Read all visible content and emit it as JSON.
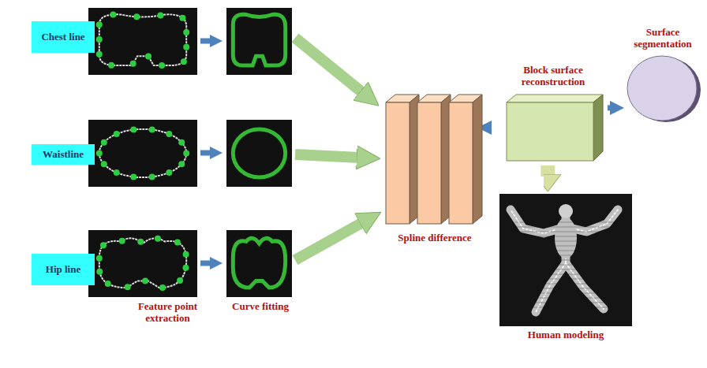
{
  "diagram": {
    "nodes": [
      {
        "text": [
          "Chest line"
        ]
      },
      {
        "text": [
          "Waistline"
        ]
      },
      {
        "text": [
          "Hip line"
        ]
      },
      {
        "text": [
          "Spline difference"
        ]
      },
      {
        "text": [
          "Block surface reconstruction"
        ]
      },
      {
        "text": [
          "Surface segmentation"
        ]
      },
      {
        "text": [
          "Human modeling"
        ]
      }
    ],
    "edges": [
      {
        "from": 3,
        "to": 4,
        "arrow": "to"
      },
      {
        "from": 4,
        "to": 5,
        "arrow": "to"
      },
      {
        "from": 4,
        "to": 6,
        "arrow": "to"
      }
    ],
    "labels": [
      "Feature point extraction",
      "Curve fitting"
    ]
  }
}
